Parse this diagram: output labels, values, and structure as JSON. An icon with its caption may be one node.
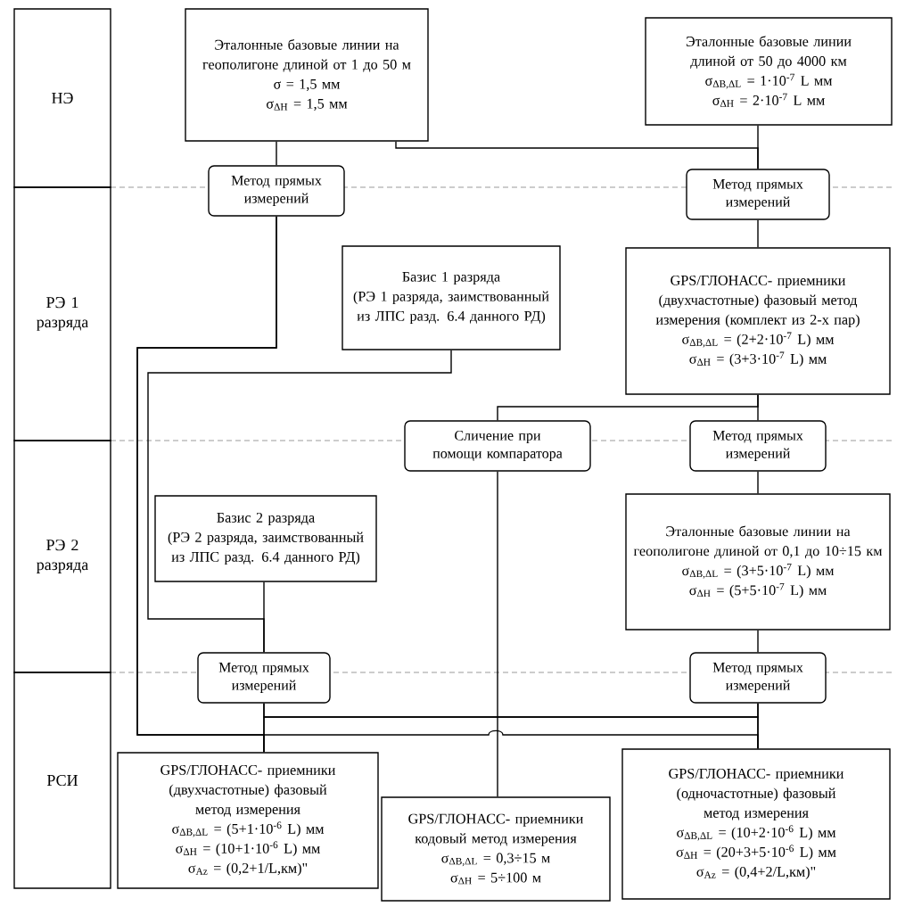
{
  "diagram": {
    "nodes": [
      {
        "text": [
          "НЭ"
        ]
      },
      {
        "text": [
          "РЭ 1 разряда"
        ]
      },
      {
        "text": [
          "РЭ 2 разряда"
        ]
      },
      {
        "text": [
          "РСИ"
        ]
      },
      {
        "text": [
          "Эталонные базовые линии на геополигоне длиной от 1 до 50 м",
          "σ = 1,5 мм",
          "σ$_{ΔH}$ = 1,5 мм"
        ]
      },
      {
        "text": [
          "Эталонные базовые линии длиной от 50 до 4000 км",
          "σ$_{ΔB,ΔL}$ = 1·10$^{-7}$ L мм",
          "σ$_{ΔH}$ = 2·10$^{-7}$ L мм"
        ]
      },
      {
        "text": [
          "Метод прямых измерений"
        ]
      },
      {
        "text": [
          "Метод прямых измерений"
        ]
      },
      {
        "text": [
          "Базис 1 разряда",
          "(РЭ 1 разряда, заимствованный из ЛПС разд. 6.4 данного РД)"
        ]
      },
      {
        "text": [
          "GPS/ГЛОНАСС- приемники (двухчастотные) фазовый метод измерения (комплект из 2-х пар)",
          "σ$_{ΔB,ΔL}$ = (2+2·10$^{-7}$ L) мм",
          "σ$_{ΔH}$ = (3+3·10$^{-7}$ L) мм"
        ]
      },
      {
        "text": [
          "Сличение при помощи компаратора"
        ]
      },
      {
        "text": [
          "Метод прямых измерений"
        ]
      },
      {
        "text": [
          "Базис 2 разряда",
          "(РЭ 2 разряда, заимствованный из ЛПС разд. 6.4 данного РД)"
        ]
      },
      {
        "text": [
          "Эталонные базовые линии на геополигоне длиной от 0,1 до 10÷15 км",
          "σ$_{ΔB,ΔL}$ = (3+5·10$^{-7}$ L) мм",
          "σ$_{ΔH}$ = (5+5·10$^{-7}$ L) мм"
        ]
      },
      {
        "text": [
          "Метод прямых измерений"
        ]
      },
      {
        "text": [
          "Метод прямых измерений"
        ]
      },
      {
        "text": [
          "GPS/ГЛОНАСС- приемники (двухчастотные) фазовый метод измерения",
          "σ$_{ΔB,ΔL}$ = (5+1·10$^{-6}$ L) мм",
          "σ$_{ΔH}$ = (10+1·10$^{-6}$ L) мм",
          "σ$_{Az}$ = (0,2+1/L,км)\""
        ]
      },
      {
        "text": [
          "GPS/ГЛОНАСС- приемники кодовый метод измерения",
          "σ$_{ΔB,ΔL}$ = 0,3÷15 м",
          "σ$_{ΔH}$ = 5÷100 м"
        ]
      },
      {
        "text": [
          "GPS/ГЛОНАСС- приемники (одночастотные) фазовый метод измерения",
          "σ$_{ΔB,ΔL}$ = (10+2·10$^{-6}$ L) мм",
          "σ$_{ΔH}$ = (20+3+5·10$^{-6}$ L) мм",
          "σ$_{Az}$ = (0,4+2/L,км)\""
        ]
      }
    ],
    "edges": [
      {
        "from": 4,
        "to": 6,
        "arrow": "none"
      },
      {
        "from": 4,
        "to": 7,
        "arrow": "none"
      },
      {
        "from": 5,
        "to": 7,
        "arrow": "none"
      },
      {
        "from": 6,
        "to": 16,
        "arrow": "none"
      },
      {
        "from": 6,
        "to": 18,
        "arrow": "none"
      },
      {
        "from": 7,
        "to": 9,
        "arrow": "none"
      },
      {
        "from": 8,
        "to": 14,
        "arrow": "none"
      },
      {
        "from": 9,
        "to": 10,
        "arrow": "none"
      },
      {
        "from": 9,
        "to": 11,
        "arrow": "none"
      },
      {
        "from": 10,
        "to": 17,
        "arrow": "none"
      },
      {
        "from": 11,
        "to": 13,
        "arrow": "none"
      },
      {
        "from": 12,
        "to": 14,
        "arrow": "none"
      },
      {
        "from": 13,
        "to": 15,
        "arrow": "none"
      },
      {
        "from": 14,
        "to": 16,
        "arrow": "none"
      },
      {
        "from": 14,
        "to": 18,
        "arrow": "none"
      },
      {
        "from": 15,
        "to": 16,
        "arrow": "none"
      },
      {
        "from": 15,
        "to": 18,
        "arrow": "none"
      }
    ]
  }
}
